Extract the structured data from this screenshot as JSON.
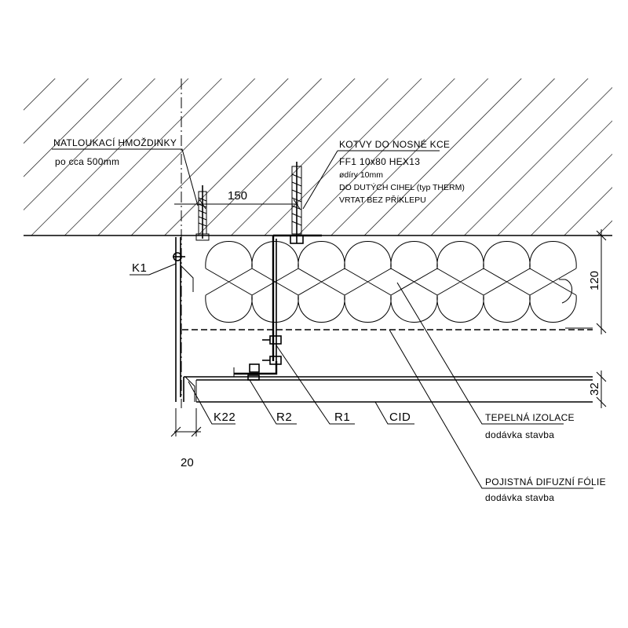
{
  "labels": {
    "anchor_title": "NATLOUKACÍ HMOŽDINKY",
    "anchor_spacing": "po cca 500mm",
    "bolt_title": "KOTVY DO NOSNÉ KCE",
    "bolt_line1": "FF1  10x80  HEX13",
    "bolt_line2": "ødíry 10mm",
    "bolt_line3": "DO DUTÝCH CIHEL (typ THERM)",
    "bolt_line4": "VRTAT BEZ PŘÍKLEPU",
    "insulation_title": "TEPELNÁ IZOLACE",
    "insulation_note": "dodávka stavba",
    "foil_title": "POJISTNÁ DIFUZNÍ FÓLIE",
    "foil_note": "dodávka stavba"
  },
  "refs": {
    "k1": "K1",
    "k22": "K22",
    "r2": "R2",
    "r1": "R1",
    "cid": "CID"
  },
  "dimensions": {
    "spacing": "150",
    "insulation_thickness": "120",
    "panel_thickness": "32",
    "edge_gap": "20"
  }
}
